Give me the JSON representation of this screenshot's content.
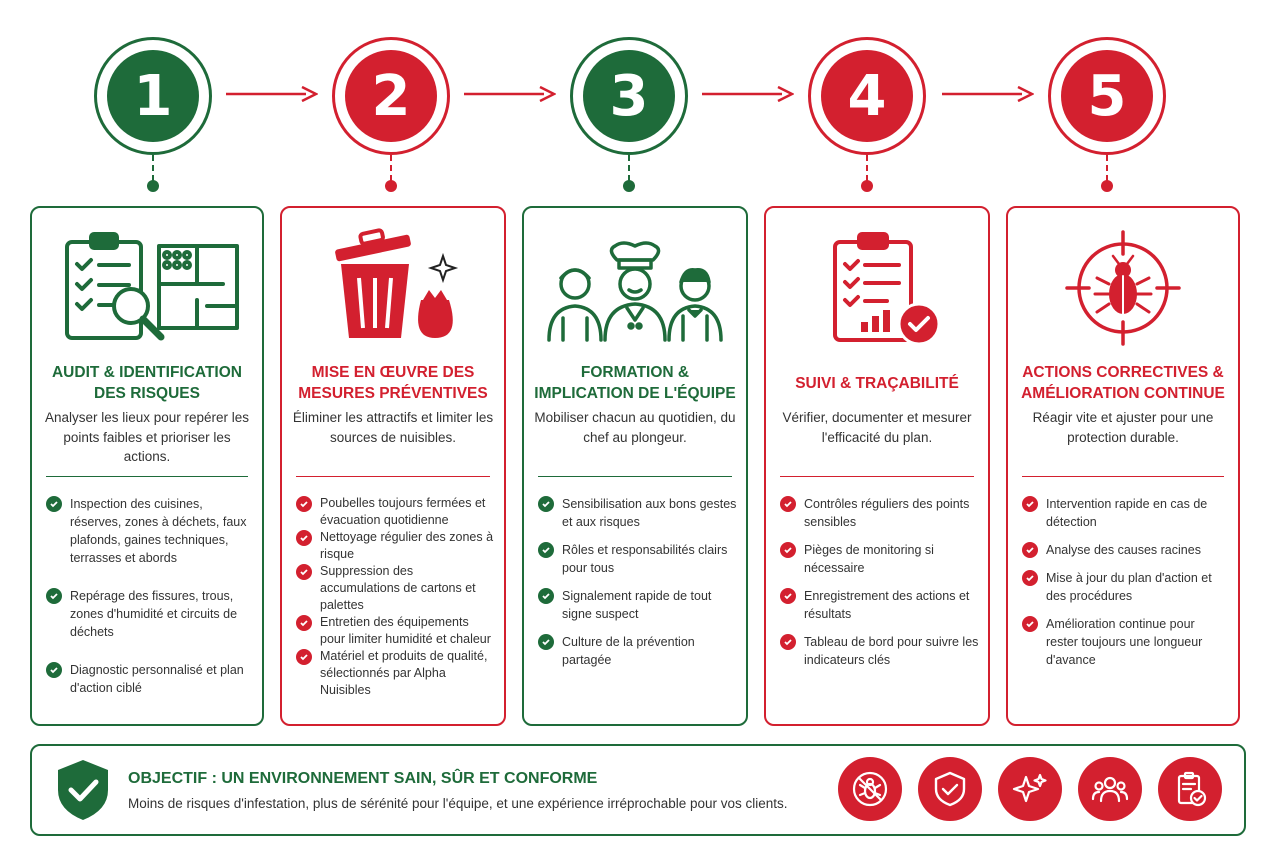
{
  "colors": {
    "green": "#1e6b3a",
    "red": "#d3202f"
  },
  "steps": [
    {
      "number": "1",
      "color": "green",
      "icon": "clipboard-magnifier-floorplan-icon",
      "title": "Audit & identification des risques",
      "description": "Analyser les lieux pour repérer les points faibles et prioriser les actions.",
      "items": [
        "Inspection des cuisines, réserves, zones à déchets, faux plafonds, gaines techniques, terrasses et abords",
        "Repérage des fissures, trous, zones d'humidité et circuits de déchets",
        "Diagnostic personnalisé et plan d'action ciblé"
      ]
    },
    {
      "number": "2",
      "color": "red",
      "icon": "trash-bin-bag-icon",
      "title": "Mise en œuvre des mesures préventives",
      "description": "Éliminer les attractifs et limiter les sources de nuisibles.",
      "items": [
        "Poubelles toujours fermées et évacuation quotidienne",
        "Nettoyage régulier des zones à risque",
        "Suppression des accumulations de cartons et palettes",
        "Entretien des équipements pour limiter humidité et chaleur",
        "Matériel et produits de qualité, sélectionnés par Alpha Nuisibles"
      ]
    },
    {
      "number": "3",
      "color": "green",
      "icon": "kitchen-team-icon",
      "title": "Formation & implication de l'équipe",
      "description": "Mobiliser chacun au quotidien, du chef au plongeur.",
      "items": [
        "Sensibilisation aux bons gestes et aux risques",
        "Rôles et responsabilités clairs pour tous",
        "Signalement rapide de tout signe suspect",
        "Culture de la prévention partagée"
      ]
    },
    {
      "number": "4",
      "color": "red",
      "icon": "clipboard-chart-check-icon",
      "title": "Suivi & traçabilité",
      "description": "Vérifier, documenter et mesurer l'efficacité du plan.",
      "items": [
        "Contrôles réguliers des points sensibles",
        "Pièges de monitoring si nécessaire",
        "Enregistrement des actions et résultats",
        "Tableau de bord pour suivre les indicateurs clés"
      ]
    },
    {
      "number": "5",
      "color": "red",
      "icon": "bug-target-icon",
      "title": "Actions correctives & amélioration continue",
      "description": "Réagir vite et ajuster pour une protection durable.",
      "items": [
        "Intervention rapide en cas de détection",
        "Analyse des causes racines",
        "Mise à jour du plan d'action et des procédures",
        "Amélioration continue pour rester toujours une longueur d'avance"
      ]
    }
  ],
  "banner": {
    "title": "Objectif : un environnement sain, sûr et conforme",
    "text": "Moins de risques d'infestation, plus de sérénité pour l'équipe, et une expérience irréprochable pour vos clients.",
    "badges": [
      "no-pest-icon",
      "shield-check-icon",
      "sparkle-clean-icon",
      "team-icon",
      "clipboard-check-icon"
    ]
  }
}
